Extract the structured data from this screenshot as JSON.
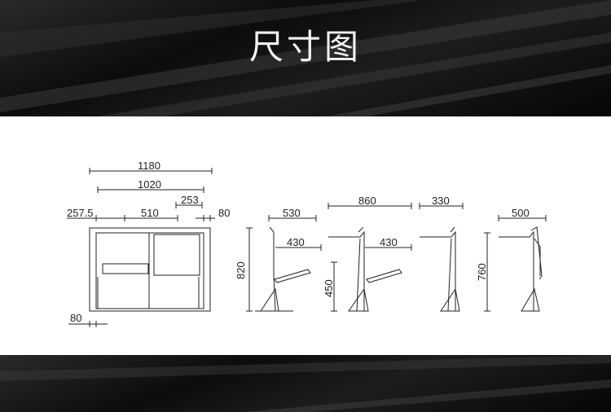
{
  "header": {
    "title": "尺寸图"
  },
  "dimensions": {
    "front_view": {
      "overall_width": "1180",
      "inner_width": "1020",
      "tablet_width": "253",
      "left_offset": "257.5",
      "seat_width": "510",
      "right_edge": "80",
      "bottom_edge": "80"
    },
    "side_view_1": {
      "top_depth": "530",
      "seat_depth": "430",
      "height": "820"
    },
    "side_view_2": {
      "top_depth": "860",
      "seat_depth": "430",
      "seat_height": "450"
    },
    "side_view_3": {
      "top_depth": "330"
    },
    "side_view_4": {
      "top_depth": "500",
      "height": "760"
    }
  },
  "colors": {
    "band": "#111111",
    "line": "#222222",
    "background": "#ffffff"
  }
}
